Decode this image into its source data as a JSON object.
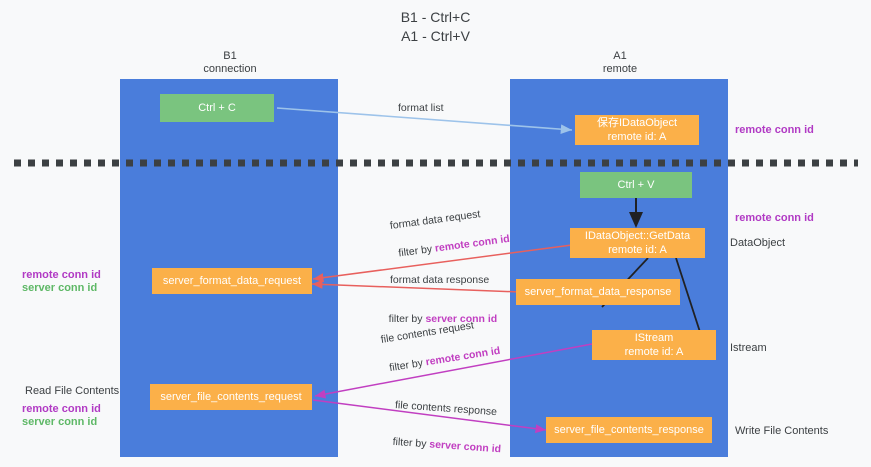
{
  "title": {
    "line1": "B1 - Ctrl+C",
    "line2": "A1 - Ctrl+V"
  },
  "lanes": [
    {
      "name": "B1",
      "sub": "connection",
      "header_line1": "B1",
      "header_line2": "connection"
    },
    {
      "name": "A1",
      "sub": "remote",
      "header_line1": "A1",
      "header_line2": "remote"
    }
  ],
  "boxes": {
    "ctrl_c": {
      "line1": "Ctrl + C",
      "line2": ""
    },
    "ctrl_v": {
      "line1": "Ctrl + V",
      "line2": ""
    },
    "save_idataobject": {
      "line1": "保存IDataObject",
      "line2": "remote id: A"
    },
    "getdata": {
      "line1": "IDataObject::GetData",
      "line2": "remote id: A"
    },
    "istream": {
      "line1": "IStream",
      "line2": "remote id: A"
    },
    "server_format_data_request": {
      "line1": "server_format_data_request"
    },
    "server_format_data_response": {
      "line1": "server_format_data_response"
    },
    "server_file_contents_request": {
      "line1": "server_file_contents_request"
    },
    "server_file_contents_response": {
      "line1": "server_file_contents_response"
    }
  },
  "edge_labels": {
    "format_list": "format list",
    "format_data_request": "format data request",
    "format_data_request_filter_pre": "filter by ",
    "format_data_request_filter_key": "remote conn id",
    "format_data_response": "format data response",
    "format_data_response_filter_pre": "filter by ",
    "format_data_response_filter_key": "server conn id",
    "file_contents_request": "file contents request",
    "file_contents_request_filter_pre": "filter by ",
    "file_contents_request_filter_key": "remote conn id",
    "file_contents_response": "file contents response",
    "file_contents_response_filter_pre": "filter by ",
    "file_contents_response_filter_key": "server conn id"
  },
  "annotations": {
    "right_remote_conn_id_top": "remote conn id",
    "right_remote_conn_id_mid": "remote conn id",
    "right_dataobject": "DataObject",
    "right_istream": "Istream",
    "right_write_file_contents": "Write File Contents",
    "left_remote_conn_id": "remote conn id",
    "left_server_conn_id": "server conn id",
    "left_read_file_contents": "Read File Contents",
    "left_remote_conn_id_2": "remote conn id",
    "left_server_conn_id_2": "server conn id"
  },
  "colors": {
    "lane": "#4a7ddb",
    "box_green": "#7ac47f",
    "box_orange": "#fbb049",
    "accent_purple": "#b13ac4",
    "accent_green": "#5eb866",
    "arrow_blue": "#9dc3ea",
    "arrow_red": "#e8605d",
    "arrow_magenta": "#c13fc1",
    "arrow_black": "#202124",
    "background": "#f8f9fa"
  }
}
